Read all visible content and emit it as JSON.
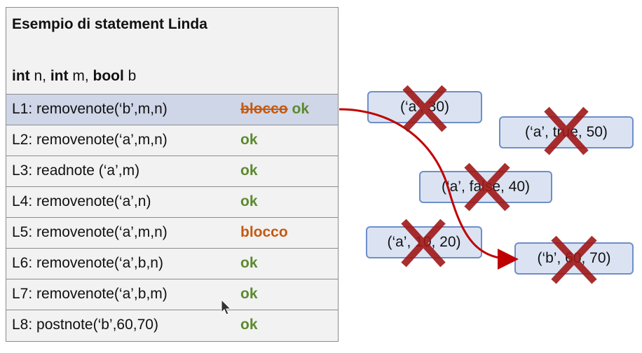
{
  "panel": {
    "title": "Esempio di statement Linda",
    "decl": {
      "kw1": "int",
      "v1": " n, ",
      "kw2": "int",
      "v2": " m, ",
      "kw3": "bool",
      "v3": " b"
    }
  },
  "rows": [
    {
      "code": "L1: removenote(‘b’,m,n)",
      "struck": "blocco",
      "status": "ok"
    },
    {
      "code": "L2: removenote(‘a’,m,n)",
      "status": "ok"
    },
    {
      "code": "L3: readnote (‘a’,m)",
      "status": "ok"
    },
    {
      "code": "L4: removenote(‘a’,n)",
      "status": "ok"
    },
    {
      "code": "L5: removenote(‘a’,m,n)",
      "status": "blocco"
    },
    {
      "code": "L6: removenote(‘a’,b,n)",
      "status": "ok"
    },
    {
      "code": "L7: removenote(‘a’,b,m)",
      "status": "ok"
    },
    {
      "code": "L8: postnote(‘b’,60,70)",
      "status": "ok"
    }
  ],
  "tuples": {
    "t1": "(‘a’, 30)",
    "t2": "(‘a’, true, 50)",
    "t3": "(‘a’, false, 40)",
    "t4": "(‘a’, 10, 20)",
    "t5": "(‘b’, 60, 70)"
  },
  "colors": {
    "ok": "#5b8a2f",
    "blocco": "#c55a11",
    "arrow": "#c00000",
    "cross": "#a01818"
  }
}
